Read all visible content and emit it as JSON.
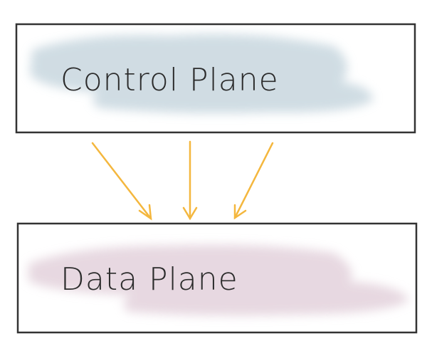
{
  "diagram": {
    "top_box": {
      "label": "Control Plane",
      "wash_color": "#c8d7df"
    },
    "bottom_box": {
      "label": "Data Plane",
      "wash_color": "#e3d2dc"
    },
    "arrow_color": "#f4b73e",
    "border_color": "#333333",
    "arrows": [
      {
        "from": "Control Plane",
        "to": "Data Plane"
      },
      {
        "from": "Control Plane",
        "to": "Data Plane"
      },
      {
        "from": "Control Plane",
        "to": "Data Plane"
      }
    ]
  }
}
